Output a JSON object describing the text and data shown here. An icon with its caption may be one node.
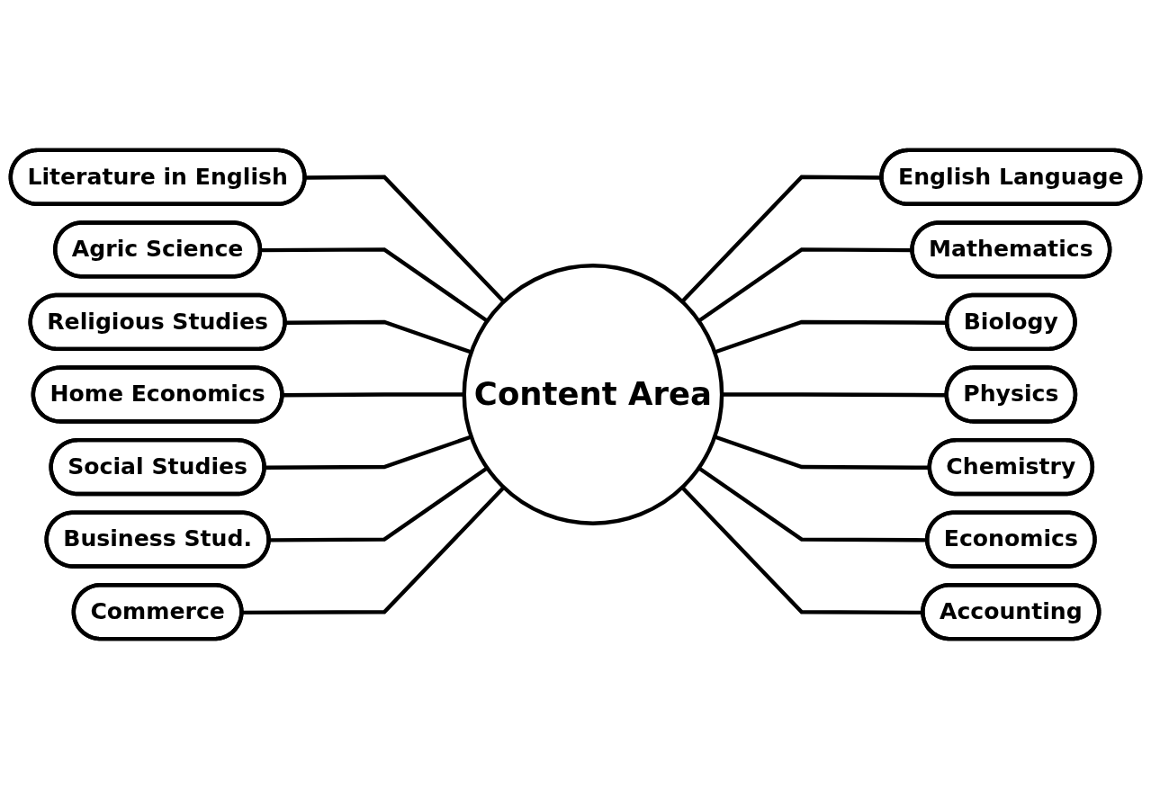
{
  "diagram": {
    "nodes": [
      {
        "text": [
          "Literature in English"
        ]
      },
      {
        "text": [
          "English Language"
        ]
      },
      {
        "text": [
          "Mathematics"
        ]
      },
      {
        "text": [
          "Agric Science"
        ]
      },
      {
        "text": [
          "Biology"
        ]
      },
      {
        "text": [
          "Religious Studies"
        ]
      },
      {
        "text": [
          "Physics"
        ]
      },
      {
        "text": [
          "Content Area"
        ]
      },
      {
        "text": [
          "Home Economics"
        ]
      },
      {
        "text": [
          "Chemistry"
        ]
      },
      {
        "text": [
          "Economics"
        ]
      },
      {
        "text": [
          "Social Studies"
        ]
      },
      {
        "text": [
          "Business Stud."
        ]
      },
      {
        "text": [
          "Accounting"
        ]
      },
      {
        "text": [
          "Commerce"
        ]
      }
    ],
    "edges": [
      {
        "from": 0,
        "to": 7,
        "arrow": "none"
      },
      {
        "from": 7,
        "to": 1,
        "arrow": "none"
      },
      {
        "from": 7,
        "to": 2,
        "arrow": "none"
      },
      {
        "from": 3,
        "to": 7,
        "arrow": "none"
      },
      {
        "from": 7,
        "to": 4,
        "arrow": "none"
      },
      {
        "from": 5,
        "to": 7,
        "arrow": "none"
      },
      {
        "from": 7,
        "to": 6,
        "arrow": "none"
      },
      {
        "from": 8,
        "to": 7,
        "arrow": "none"
      },
      {
        "from": 7,
        "to": 9,
        "arrow": "none"
      },
      {
        "from": 7,
        "to": 10,
        "arrow": "none"
      },
      {
        "from": 11,
        "to": 7,
        "arrow": "none"
      },
      {
        "from": 12,
        "to": 7,
        "arrow": "none"
      },
      {
        "from": 7,
        "to": 13,
        "arrow": "none"
      },
      {
        "from": 14,
        "to": 7,
        "arrow": "none"
      }
    ]
  }
}
